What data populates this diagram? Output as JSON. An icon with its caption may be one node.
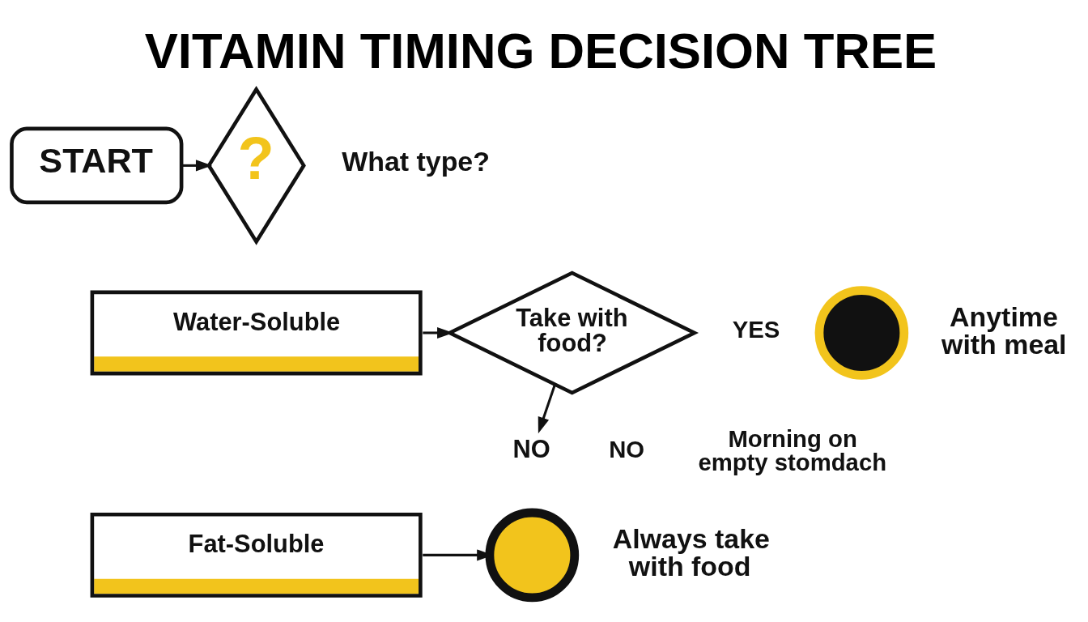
{
  "diagram": {
    "title": "VITAMIN TIMING DECISION TREE",
    "nodes": [
      {
        "text": [
          "START"
        ]
      },
      {
        "text": [
          "?"
        ],
        "beside": [
          "What type?"
        ]
      },
      {
        "text": [
          "Water-Soluble"
        ]
      },
      {
        "text": [
          "Take with food?"
        ]
      },
      {
        "text": [],
        "shape": "circle",
        "beside": [
          "Anytime with meal"
        ]
      },
      {
        "text": [
          "NO"
        ]
      },
      {
        "text": [
          "Fat-Soluble"
        ]
      },
      {
        "text": [],
        "shape": "circle",
        "beside": [
          "Always take with food"
        ]
      }
    ],
    "edges": [
      {
        "from": 0,
        "to": 1,
        "arrow": "to"
      },
      {
        "from": 2,
        "to": 3,
        "arrow": "to"
      },
      {
        "from": 3,
        "to": 5,
        "arrow": "to"
      },
      {
        "from": 6,
        "to": 7,
        "arrow": "to"
      }
    ],
    "labels": [
      "YES",
      "NO",
      "Morning on empty stomdach"
    ]
  }
}
